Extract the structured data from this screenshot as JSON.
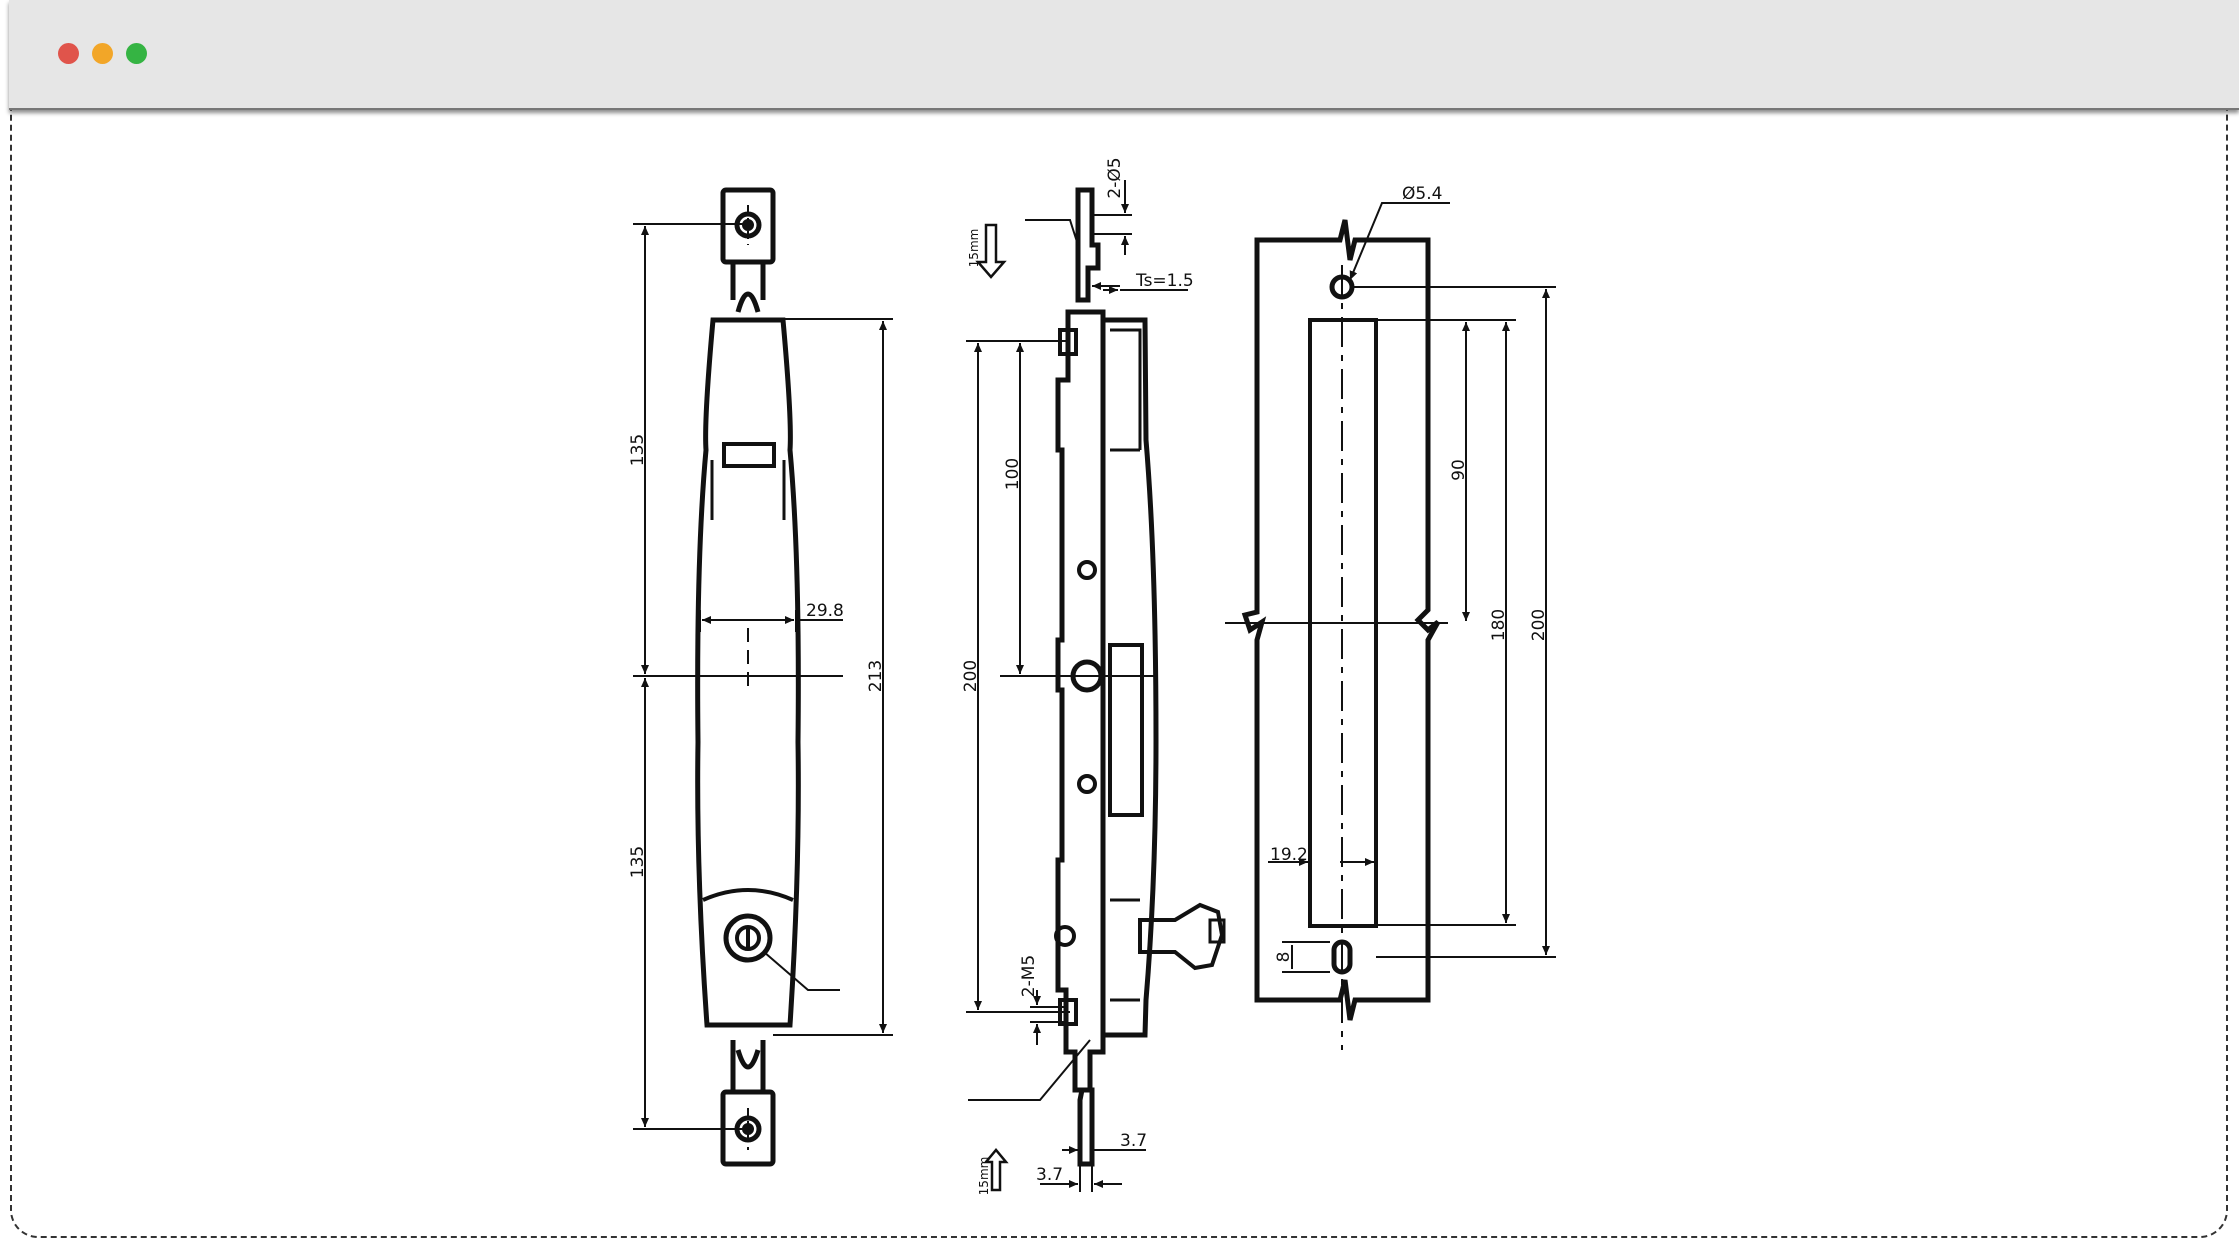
{
  "window": {
    "controls": [
      "close",
      "minimize",
      "maximize"
    ],
    "colors": {
      "close": "#e0544b",
      "minimize": "#f2a628",
      "maximize": "#35b443",
      "titlebar": "#e6e6e6"
    }
  },
  "front_view": {
    "dim_upper": "135",
    "dim_lower": "135",
    "dim_total": "213",
    "dim_width": "29.8"
  },
  "side_view": {
    "dim_hole": "2-Ø5",
    "dim_thickness": "Ts=1.5",
    "dim_pitch": "100",
    "dim_span": "200",
    "dim_thread": "2-M5",
    "dim_left": "3.7",
    "dim_right": "3.7",
    "arrow_top_label": "15mm",
    "arrow_bottom_label": "15mm"
  },
  "cutout_view": {
    "dim_hole": "Ø5.4",
    "dim_half": "90",
    "dim_slot": "180",
    "dim_centers": "200",
    "dim_slot_width": "19.2",
    "dim_slot_hole": "8"
  }
}
